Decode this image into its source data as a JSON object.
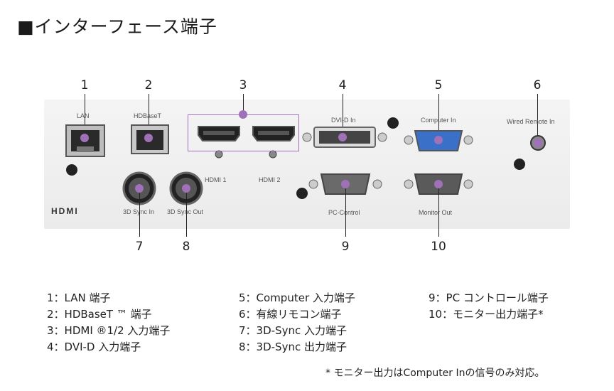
{
  "title": "■インターフェース端子",
  "numbers": [
    "1",
    "2",
    "3",
    "4",
    "5",
    "6",
    "7",
    "8",
    "9",
    "10"
  ],
  "ports": {
    "lan": "LAN",
    "hdbaset": "HDBaseT",
    "hdmi1": "HDMI 1",
    "hdmi2": "HDMI 2",
    "dvi": "DVI-D In",
    "computer": "Computer In",
    "wired_remote": "Wired Remote In",
    "sync_in": "3D Sync In",
    "sync_out": "3D Sync Out",
    "pc_control": "PC-Control",
    "monitor_out": "Monitor Out",
    "hdmi_logo": "HDMI"
  },
  "legend": {
    "col1": [
      "1：LAN 端子",
      "2：HDBaseT ™ 端子",
      "3：HDMI ®1/2 入力端子",
      "4：DVI-D 入力端子"
    ],
    "col2": [
      "5：Computer 入力端子",
      "6：有線リモコン端子",
      "7：3D-Sync 入力端子",
      "8：3D-Sync 出力端子"
    ],
    "col3": [
      "9：PC コントロール端子",
      "10：モニター出力端子*"
    ]
  },
  "note": "* モニター出力はComputer Inの信号のみ対応。",
  "colors": {
    "marker": "#a070b8",
    "panel": "#eeeeee"
  }
}
